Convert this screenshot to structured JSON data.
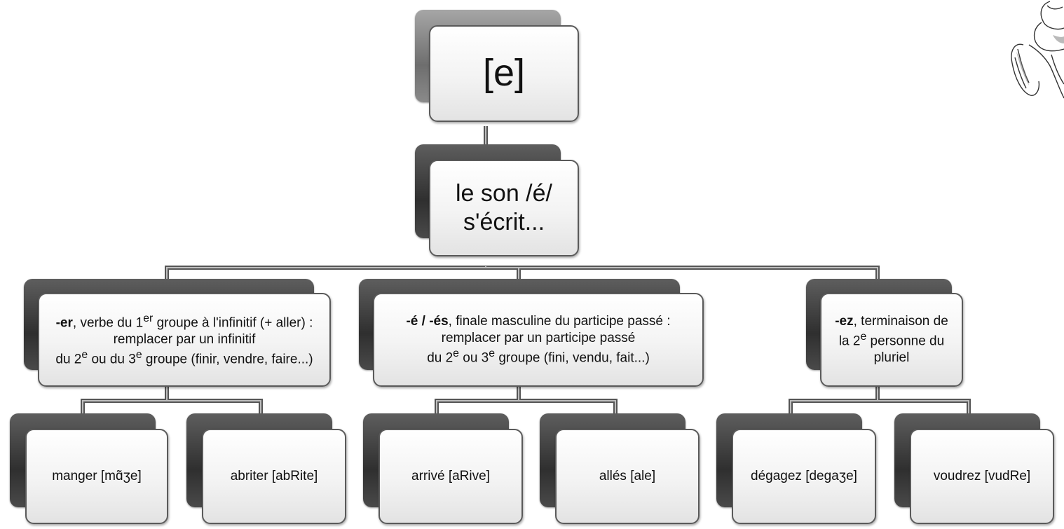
{
  "root": {
    "label": "[e]"
  },
  "level2": {
    "line1": "le son /é/",
    "line2": "s'écrit..."
  },
  "categories": [
    {
      "bold": "-er",
      "rest": ", verbe du 1",
      "sup1": "er",
      "rest2": " groupe à l'infinitif  (+ aller) : remplacer par un infinitif",
      "line3a": "du 2",
      "sup2": "e",
      "line3b": " ou du 3",
      "sup3": "e",
      "line3c": " groupe (finir, vendre, faire...)"
    },
    {
      "bold": "-é / -és",
      "rest": ", finale masculine du participe passé : remplacer par un participe passé",
      "line3a": "du 2",
      "sup2": "e",
      "line3b": " ou 3",
      "sup3": "e",
      "line3c": " groupe (fini, vendu, fait...)"
    },
    {
      "bold": "-ez",
      "rest": ", terminaison de la 2",
      "sup1": "e",
      "rest2": " personne du pluriel"
    }
  ],
  "examples": [
    "manger [mɑ̃ʒe]",
    "abriter [abRite]",
    "arrivé [aRive]",
    "allés [ale]",
    "dégagez [degaʒe]",
    "voudrez [vudRe]"
  ],
  "illustration": {
    "icon": "sketch-character-illustration"
  }
}
